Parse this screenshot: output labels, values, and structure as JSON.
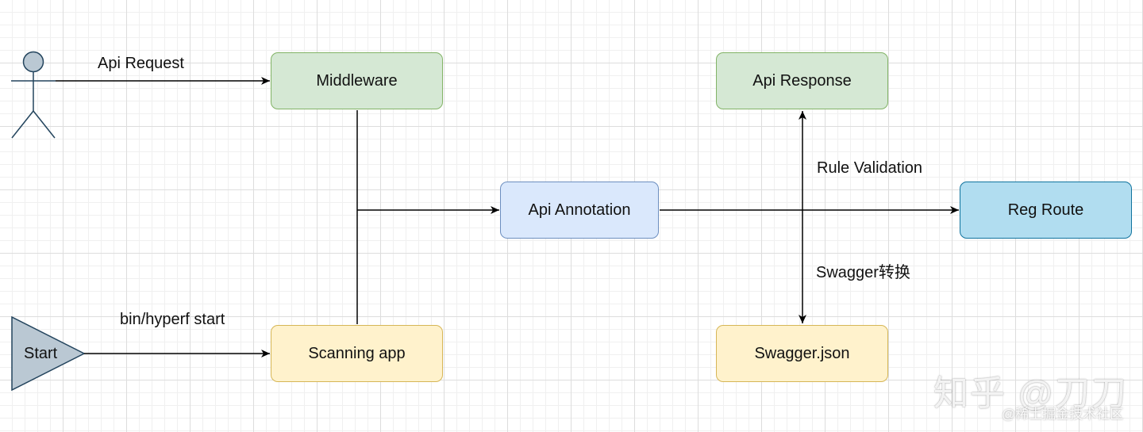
{
  "nodes": {
    "middleware": "Middleware",
    "api_response": "Api Response",
    "api_annotation": "Api Annotation",
    "reg_route": "Reg Route",
    "scanning_app": "Scanning app",
    "swagger_json": "Swagger.json",
    "start": "Start"
  },
  "edge_labels": {
    "api_request": "Api Request",
    "bin_start": "bin/hyperf start",
    "rule_validation": "Rule Validation",
    "swagger_convert": "Swagger转换"
  },
  "watermark": {
    "main": "知乎 @刀刀",
    "sub": "@稀土掘金技术社区"
  },
  "colors": {
    "green_fill": "#d5e8d4",
    "green_stroke": "#82b366",
    "light_blue_fill": "#dae8fc",
    "light_blue_stroke": "#6c8ebf",
    "blue_fill": "#b1ddf0",
    "blue_stroke": "#10739e",
    "yellow_fill": "#fff2cc",
    "yellow_stroke": "#d6b656",
    "actor_fill": "#bac8d3",
    "actor_stroke": "#23445d"
  }
}
